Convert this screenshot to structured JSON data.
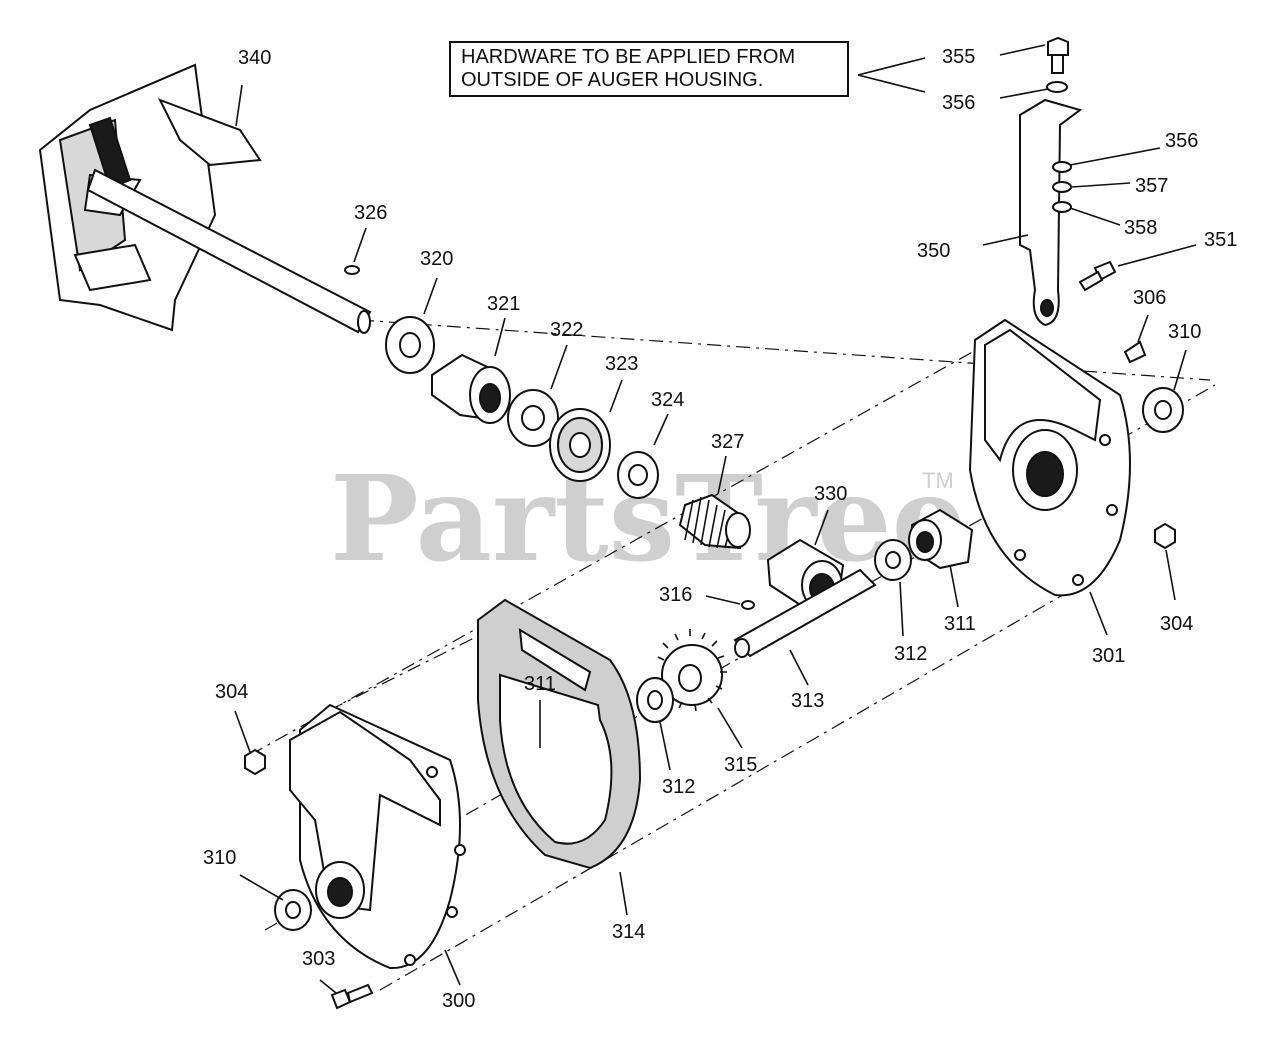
{
  "watermark": {
    "text": "PartsTree",
    "trademark": "TM"
  },
  "note": {
    "line1": "HARDWARE TO BE APPLIED FROM",
    "line2": "OUTSIDE OF AUGER HOUSING."
  },
  "callouts": {
    "c340": "340",
    "c326": "326",
    "c320": "320",
    "c321": "321",
    "c322": "322",
    "c323": "323",
    "c324": "324",
    "c327": "327",
    "c330": "330",
    "c316": "316",
    "c313": "313",
    "c315": "315",
    "c312a": "312",
    "c312b": "312",
    "c311a": "311",
    "c311b": "311",
    "c314": "314",
    "c304a": "304",
    "c304b": "304",
    "c310a": "310",
    "c310b": "310",
    "c303": "303",
    "c300": "300",
    "c301": "301",
    "c306": "306",
    "c351": "351",
    "c350": "350",
    "c355": "355",
    "c356a": "356",
    "c356b": "356",
    "c357": "357",
    "c358": "358"
  }
}
